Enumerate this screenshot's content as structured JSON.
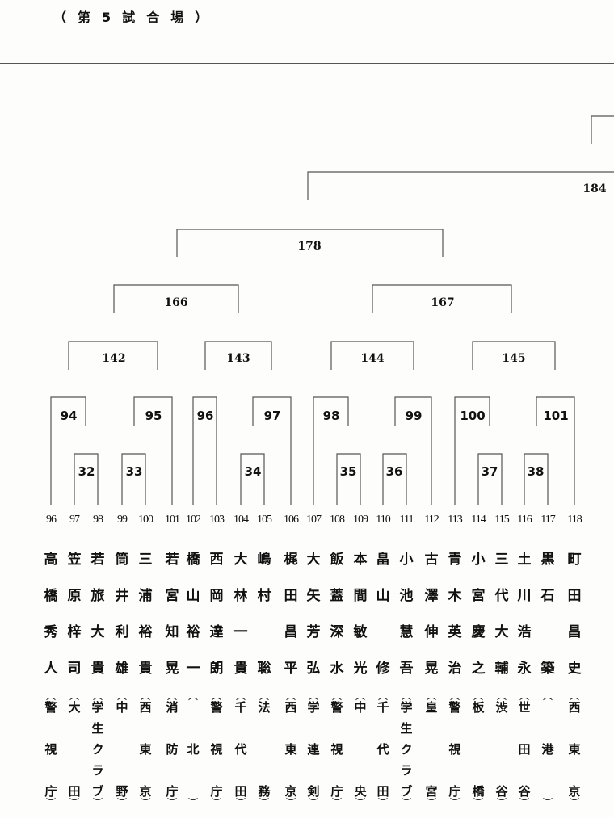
{
  "header": {
    "venue_title": [
      "（",
      "第",
      "5",
      "試",
      "合",
      "場",
      "）"
    ]
  },
  "matches": {
    "round1": [
      "32",
      "33",
      "34",
      "35",
      "36",
      "37",
      "38"
    ],
    "round2": [
      "94",
      "95",
      "96",
      "97",
      "98",
      "99",
      "100",
      "101"
    ],
    "round3": [
      "142",
      "143",
      "144",
      "145"
    ],
    "round4": [
      "166",
      "167"
    ],
    "round5": [
      "178"
    ],
    "round6": [
      "184"
    ]
  },
  "players": [
    {
      "seed": "96",
      "name": [
        "高",
        "橋",
        "秀",
        "人"
      ],
      "team": [
        "警",
        "視",
        "庁"
      ]
    },
    {
      "seed": "97",
      "name": [
        "笠",
        "原",
        "梓",
        "司"
      ],
      "team": [
        "大",
        "",
        "田"
      ]
    },
    {
      "seed": "98",
      "name": [
        "若",
        "旅",
        "大",
        "貴"
      ],
      "team": [
        "学",
        "生",
        "ク",
        "ラ",
        "ブ"
      ]
    },
    {
      "seed": "99",
      "name": [
        "筒",
        "井",
        "利",
        "雄"
      ],
      "team": [
        "中",
        "",
        "野"
      ]
    },
    {
      "seed": "100",
      "name": [
        "三",
        "浦",
        "裕",
        "貴"
      ],
      "team": [
        "西",
        "東",
        "京"
      ]
    },
    {
      "seed": "101",
      "name": [
        "若",
        "宮",
        "知",
        "晃"
      ],
      "team": [
        "消",
        "防",
        "庁"
      ]
    },
    {
      "seed": "102",
      "name": [
        "橋",
        "山",
        "裕",
        "一"
      ],
      "team": [
        "",
        "北",
        ""
      ]
    },
    {
      "seed": "103",
      "name": [
        "西",
        "岡",
        "達",
        "朗"
      ],
      "team": [
        "警",
        "視",
        "庁"
      ]
    },
    {
      "seed": "104",
      "name": [
        "大",
        "林",
        "一",
        "貴"
      ],
      "team": [
        "千",
        "代",
        "田"
      ]
    },
    {
      "seed": "105",
      "name": [
        "嶋",
        "村",
        "",
        "聡"
      ],
      "team": [
        "法",
        "",
        "務"
      ]
    },
    {
      "seed": "106",
      "name": [
        "梶",
        "田",
        "昌",
        "平"
      ],
      "team": [
        "西",
        "東",
        "京"
      ]
    },
    {
      "seed": "107",
      "name": [
        "大",
        "矢",
        "芳",
        "弘"
      ],
      "team": [
        "学",
        "連",
        "剣"
      ]
    },
    {
      "seed": "108",
      "name": [
        "飯",
        "蓋",
        "深",
        "水"
      ],
      "team": [
        "警",
        "視",
        "庁"
      ]
    },
    {
      "seed": "109",
      "name": [
        "本",
        "間",
        "敏",
        "光"
      ],
      "team": [
        "中",
        "",
        "央"
      ]
    },
    {
      "seed": "110",
      "name": [
        "畠",
        "山",
        "",
        "修"
      ],
      "team": [
        "千",
        "代",
        "田"
      ]
    },
    {
      "seed": "111",
      "name": [
        "小",
        "池",
        "慧",
        "吾"
      ],
      "team": [
        "学",
        "生",
        "ク",
        "ラ",
        "ブ"
      ]
    },
    {
      "seed": "112",
      "name": [
        "古",
        "澤",
        "伸",
        "晃"
      ],
      "team": [
        "皇",
        "",
        "宮"
      ]
    },
    {
      "seed": "113",
      "name": [
        "青",
        "木",
        "英",
        "治"
      ],
      "team": [
        "警",
        "視",
        "庁"
      ]
    },
    {
      "seed": "114",
      "name": [
        "小",
        "宮",
        "慶",
        "之"
      ],
      "team": [
        "板",
        "",
        "橋"
      ]
    },
    {
      "seed": "115",
      "name": [
        "三",
        "代",
        "大",
        "輔"
      ],
      "team": [
        "渋",
        "",
        "谷"
      ]
    },
    {
      "seed": "116",
      "name": [
        "土",
        "川",
        "浩",
        "永"
      ],
      "team": [
        "世",
        "田",
        "谷"
      ]
    },
    {
      "seed": "117",
      "name": [
        "黒",
        "石",
        "",
        "築"
      ],
      "team": [
        "",
        "港",
        ""
      ]
    },
    {
      "seed": "118",
      "name": [
        "町",
        "田",
        "昌",
        "史"
      ],
      "team": [
        "西",
        "東",
        "京"
      ]
    }
  ],
  "colors": {
    "line": "#555555",
    "text": "#111111",
    "paper": "#fdfdfb"
  }
}
